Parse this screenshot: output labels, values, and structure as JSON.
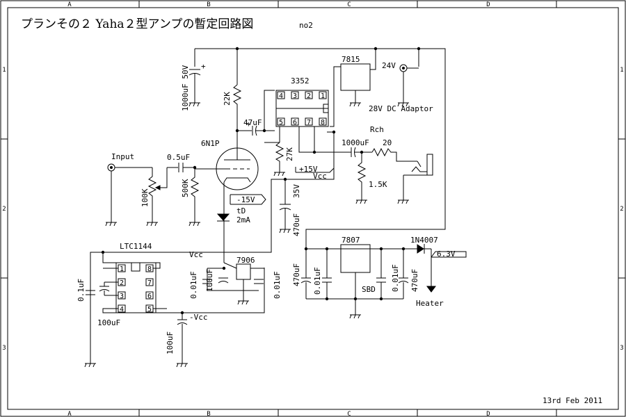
{
  "title": "プランその２ Yaha２型アンプの暫定回路図",
  "title_suffix": "no2",
  "date": "13rd Feb 2011",
  "border": {
    "columns": [
      "A",
      "B",
      "C",
      "D"
    ],
    "rows": [
      "1",
      "2",
      "3"
    ]
  },
  "labels": {
    "input": "Input",
    "vol_pot": "100K",
    "c_in": "0.5uF",
    "r_grid": "500K",
    "tube": "6N1P",
    "r_plate": "22K",
    "c_main": "1000uF 50V",
    "c_couple": "47uF",
    "opamp": "3352",
    "r_fb": "27K",
    "reg15": "7815",
    "v24": "24V",
    "adaptor": "28V DC Adaptor",
    "rch": "Rch",
    "c_out": "1000uF",
    "r_out": "20",
    "r_load": "1.5K",
    "plus15": "+15V",
    "vcc": "Vcc",
    "minus15": "-15V",
    "c35": "35V",
    "c470a": "470uF",
    "diode_td": "tD",
    "diode_ma": "2mA",
    "ltc": "LTC1144",
    "ltc_vcc": "Vcc",
    "c01u": "0.1uF",
    "c100": "100uF",
    "neg_vcc": "-Vcc",
    "c100b": "100uF",
    "reg7906": "7906",
    "c001a": "0.01uF",
    "c100c": "100uF",
    "c001b": "0.01uF",
    "reg7807": "7807",
    "c470b": "470uF",
    "c001c": "0.01uF",
    "sbd": "SBD",
    "c001d": "0.01uF",
    "c470c": "470uF",
    "d4007": "1N4007",
    "v63": "6.3V",
    "heater": "Heater"
  },
  "opamp_pins": [
    "4",
    "3",
    "2",
    "1",
    "5",
    "6",
    "7",
    "8"
  ],
  "ltc_pins": [
    "1",
    "2",
    "3",
    "4",
    "8",
    "7",
    "6",
    "5"
  ]
}
